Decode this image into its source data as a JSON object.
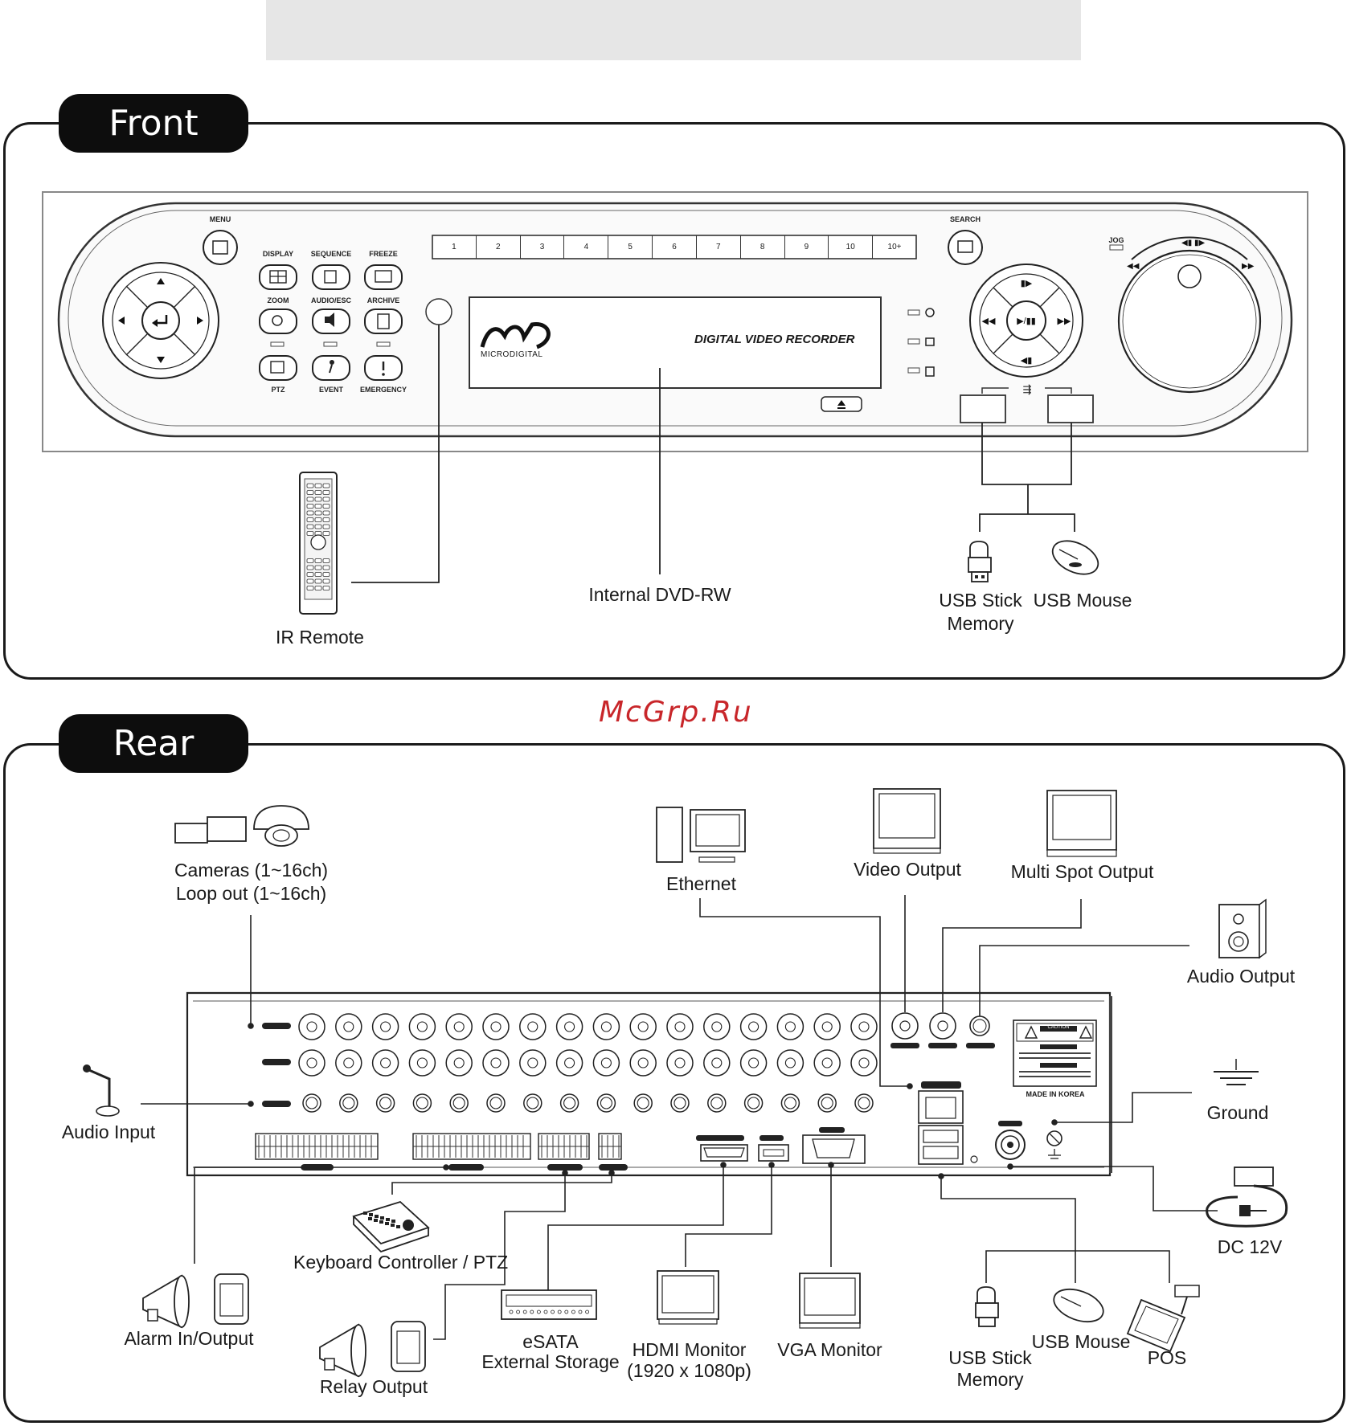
{
  "sections": {
    "front_title": "Front",
    "rear_title": "Rear"
  },
  "watermark": "McGrp.Ru",
  "front_panel": {
    "brand": "MICRODIGITAL",
    "product": "DIGITAL VIDEO RECORDER",
    "buttons": {
      "menu": "MENU",
      "display": "DISPLAY",
      "sequence": "SEQUENCE",
      "freeze": "FREEZE",
      "zoom": "ZOOM",
      "audio_esc": "AUDIO/ESC",
      "archive": "ARCHIVE",
      "ptz": "PTZ",
      "event": "EVENT",
      "emergency": "EMERGENCY",
      "search": "SEARCH",
      "jog": "JOG"
    },
    "channel_buttons": [
      "1",
      "2",
      "3",
      "4",
      "5",
      "6",
      "7",
      "8",
      "9",
      "10",
      "10+"
    ]
  },
  "front_labels": {
    "ir_remote": "IR Remote",
    "dvd": "Internal DVD-RW",
    "usb_stick_line1": "USB Stick",
    "usb_stick_line2": "Memory",
    "usb_mouse": "USB Mouse"
  },
  "rear_labels": {
    "cameras": "Cameras (1~16ch)",
    "loop_out": "Loop out (1~16ch)",
    "ethernet": "Ethernet",
    "video_output": "Video Output",
    "multi_spot_output": "Multi Spot Output",
    "audio_output": "Audio Output",
    "audio_input": "Audio Input",
    "ground": "Ground",
    "dc12v": "DC 12V",
    "keyboard": "Keyboard Controller / PTZ",
    "alarm_io": "Alarm In/Output",
    "relay_output": "Relay Output",
    "esata_line1": "eSATA",
    "esata_line2": "External Storage",
    "hdmi_line1": "HDMI Monitor",
    "hdmi_line2": "(1920 x 1080p)",
    "vga_monitor": "VGA Monitor",
    "usb_stick_line1": "USB Stick",
    "usb_stick_line2": "Memory",
    "usb_mouse": "USB Mouse",
    "pos": "POS"
  },
  "rear_panel": {
    "made_in": "MADE IN KOREA",
    "caution": "CAUTION"
  }
}
